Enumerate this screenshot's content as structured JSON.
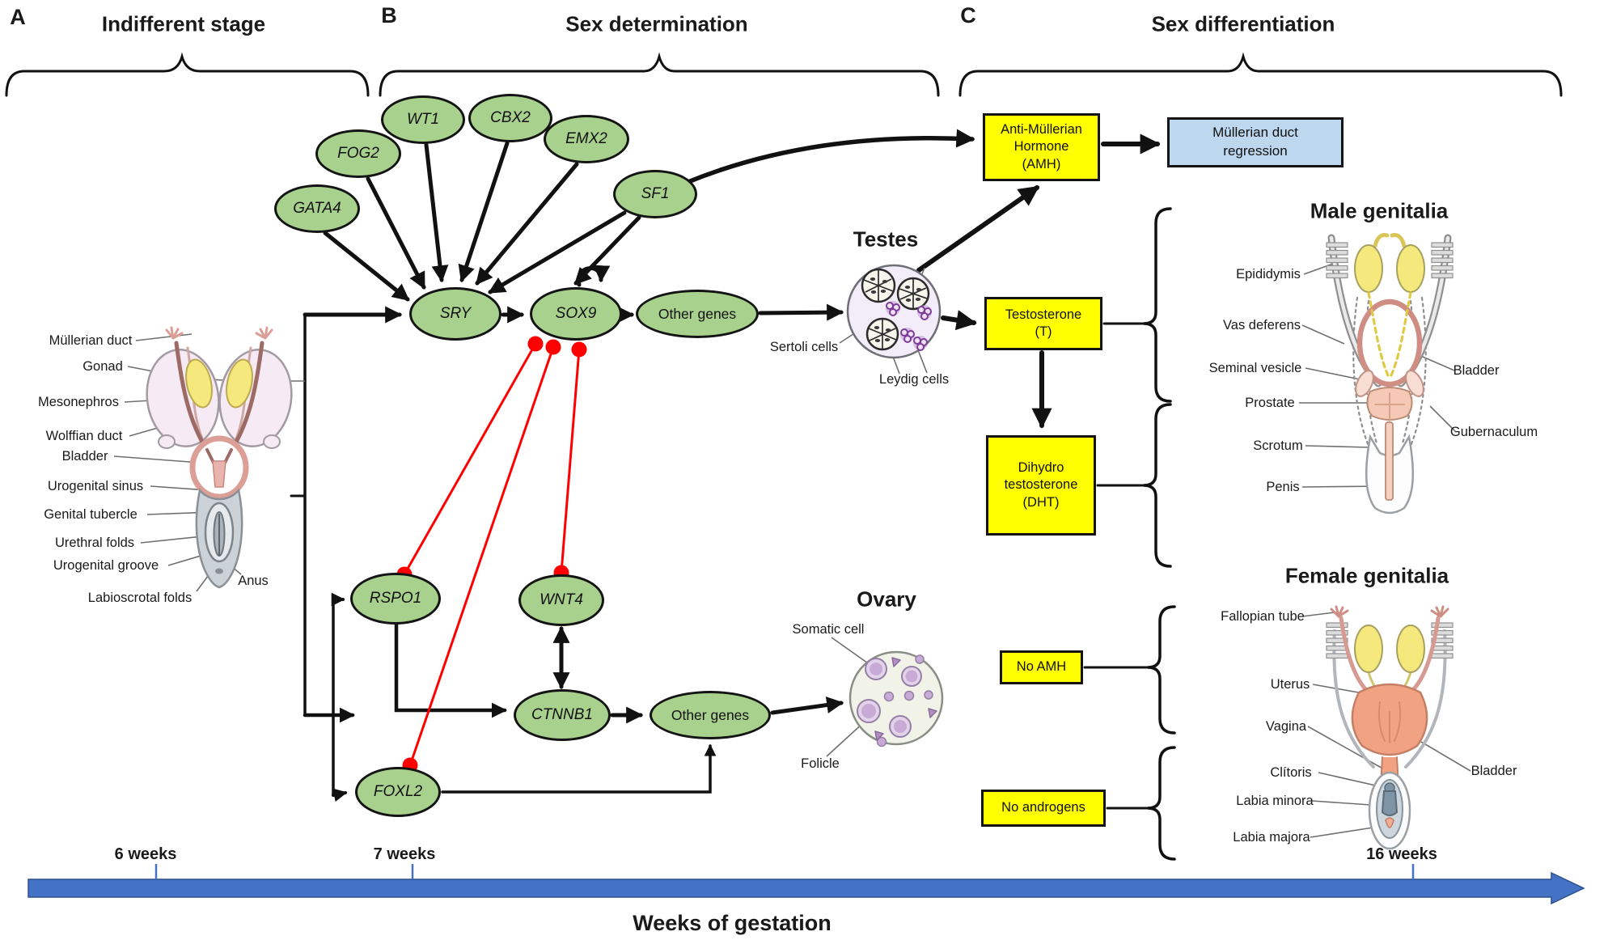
{
  "sections": {
    "a": {
      "letter": "A",
      "title": "Indifferent stage"
    },
    "b": {
      "letter": "B",
      "title": "Sex determination"
    },
    "c": {
      "letter": "C",
      "title": "Sex differentiation"
    }
  },
  "genes": {
    "gata4": "GATA4",
    "fog2": "FOG2",
    "wt1": "WT1",
    "cbx2": "CBX2",
    "emx2": "EMX2",
    "sf1": "SF1",
    "sry": "SRY",
    "sox9": "SOX9",
    "other_genes_male": "Other genes",
    "rspo1": "RSPO1",
    "wnt4": "WNT4",
    "ctnnb1": "CTNNB1",
    "foxl2": "FOXL2",
    "other_genes_female": "Other genes"
  },
  "boxes": {
    "amh": "Anti-Müllerian\nHormone\n(AMH)",
    "mullerian_regression": "Müllerian duct\nregression",
    "testosterone": "Testosterone\n(T)",
    "dht": "Dihydro\ntestosterone\n(DHT)",
    "no_amh": "No AMH",
    "no_androgens": "No androgens"
  },
  "testes": {
    "title": "Testes",
    "sertoli": "Sertoli cells",
    "leydig": "Leydig cells"
  },
  "ovary": {
    "title": "Ovary",
    "somatic": "Somatic cell",
    "folicle": "Folicle"
  },
  "male_genitalia": {
    "title": "Male genitalia",
    "labels": [
      "Epididymis",
      "Vas deferens",
      "Seminal vesicle",
      "Prostate",
      "Scrotum",
      "Penis",
      "Bladder",
      "Gubernaculum"
    ]
  },
  "female_genitalia": {
    "title": "Female genitalia",
    "labels": [
      "Fallopian tube",
      "Uterus",
      "Vagina",
      "Clítoris",
      "Labia minora",
      "Labia majora",
      "Bladder"
    ]
  },
  "indifferent": {
    "labels": [
      "Müllerian duct",
      "Gonad",
      "Mesonephros",
      "Wolffian duct",
      "Bladder",
      "Urogenital sinus",
      "Genital tubercle",
      "Urethral folds",
      "Urogenital groove",
      "Anus",
      "Labioscrotal folds"
    ]
  },
  "timeline": {
    "tick_6": "6 weeks",
    "tick_7": "7 weeks",
    "tick_16": "16 weeks",
    "axis_label": "Weeks of gestation"
  },
  "colors": {
    "gene_fill": "#a9d18e",
    "hormone_fill": "#ffff00",
    "regression_fill": "#bdd7ee",
    "inhibition": "#ff0000",
    "timeline": "#4472c4"
  }
}
